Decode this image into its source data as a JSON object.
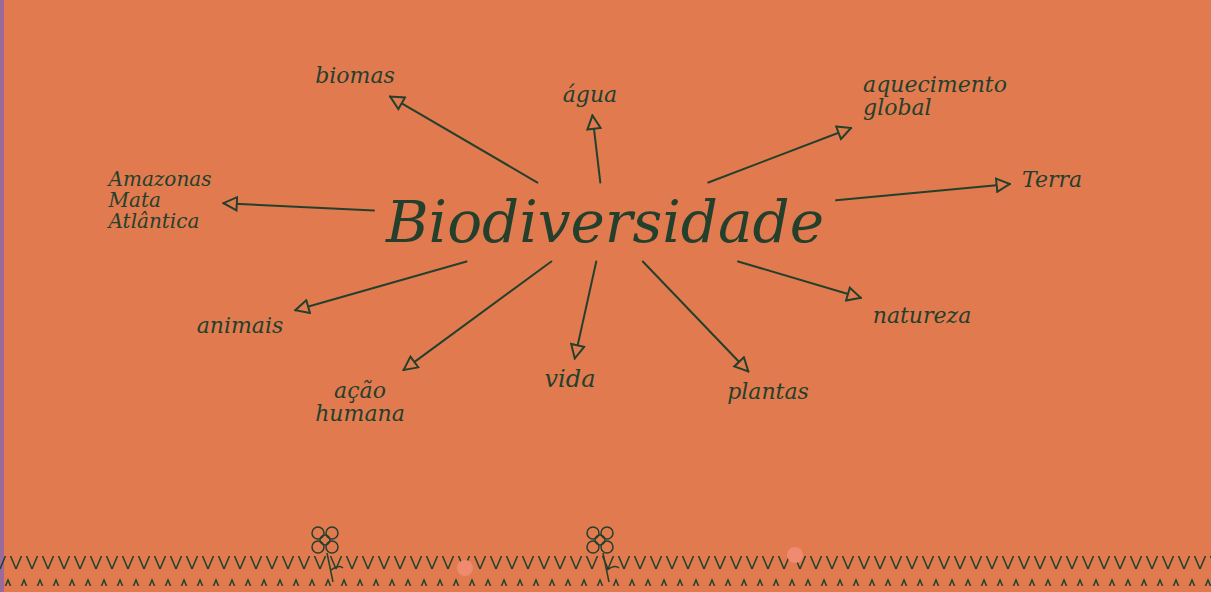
{
  "diagram": {
    "nodes": [
      {
        "text": [
          "Biodiversidade"
        ]
      },
      {
        "text": [
          "biomas"
        ]
      },
      {
        "text": [
          "água"
        ]
      },
      {
        "text": [
          "aquecimento global"
        ]
      },
      {
        "text": [
          "Amazonas Mata Atlântica"
        ]
      },
      {
        "text": [
          "Terra"
        ]
      },
      {
        "text": [
          "animais"
        ]
      },
      {
        "text": [
          "ação humana"
        ]
      },
      {
        "text": [
          "vida"
        ]
      },
      {
        "text": [
          "plantas"
        ]
      },
      {
        "text": [
          "natureza"
        ]
      }
    ],
    "edges": [
      {
        "from": 0,
        "to": 1,
        "arrow": "to"
      },
      {
        "from": 0,
        "to": 2,
        "arrow": "to"
      },
      {
        "from": 0,
        "to": 3,
        "arrow": "to"
      },
      {
        "from": 0,
        "to": 4,
        "arrow": "to"
      },
      {
        "from": 0,
        "to": 5,
        "arrow": "to"
      },
      {
        "from": 0,
        "to": 6,
        "arrow": "to"
      },
      {
        "from": 0,
        "to": 7,
        "arrow": "to"
      },
      {
        "from": 0,
        "to": 8,
        "arrow": "to"
      },
      {
        "from": 0,
        "to": 9,
        "arrow": "to"
      },
      {
        "from": 0,
        "to": 10,
        "arrow": "to"
      }
    ]
  }
}
